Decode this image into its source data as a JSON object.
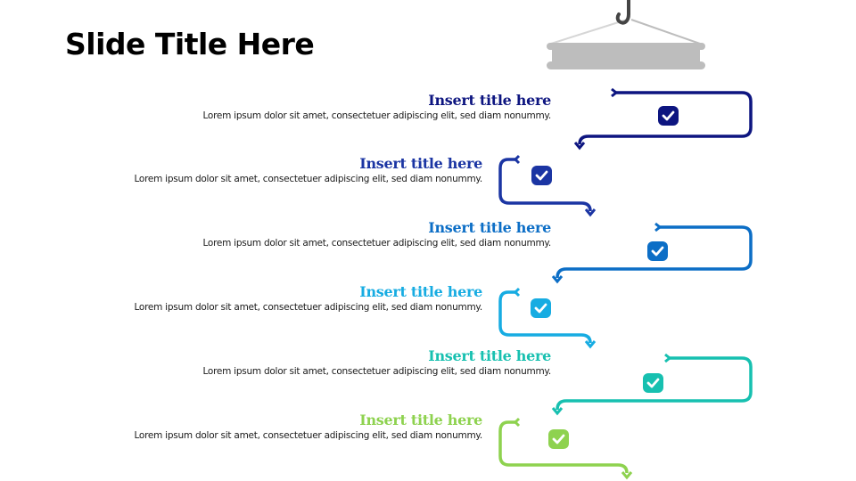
{
  "slide": {
    "title": "Slide Title Here"
  },
  "steps": [
    {
      "title": "Insert title here",
      "description": "Lorem ipsum dolor sit amet, consectetuer adipiscing elit, sed diam nonummy.",
      "color": "#0d1580",
      "icon": "check-icon"
    },
    {
      "title": "Insert title here",
      "description": "Lorem ipsum dolor sit amet, consectetuer adipiscing elit, sed diam nonummy.",
      "color": "#1b35a3",
      "icon": "check-icon"
    },
    {
      "title": "Insert title here",
      "description": "Lorem ipsum dolor sit amet, consectetuer adipiscing elit, sed diam nonummy.",
      "color": "#0c6ec6",
      "icon": "check-icon"
    },
    {
      "title": "Insert title here",
      "description": "Lorem ipsum dolor sit amet, consectetuer adipiscing elit, sed diam nonummy.",
      "color": "#17ace2",
      "icon": "check-icon"
    },
    {
      "title": "Insert title here",
      "description": "Lorem ipsum dolor sit amet, consectetuer adipiscing elit, sed diam nonummy.",
      "color": "#17c0b0",
      "icon": "check-icon"
    },
    {
      "title": "Insert title here",
      "description": "Lorem ipsum dolor sit amet, consectetuer adipiscing elit, sed diam nonummy.",
      "color": "#8ed24f",
      "icon": "check-icon"
    }
  ],
  "crane": {
    "hook_color": "#444444",
    "beam_color": "#bdbdbd"
  }
}
